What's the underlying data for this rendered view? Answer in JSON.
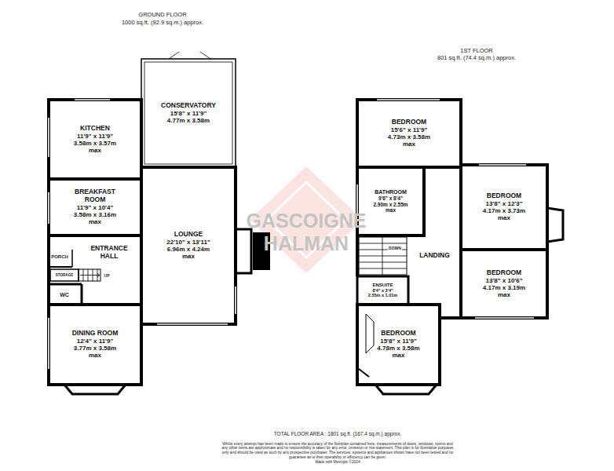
{
  "diagram": {
    "nodes": [
      {
        "text": [
          "CONSERVATORY",
          "15'8\" x 11'9\"",
          "4.77m x 3.58m"
        ]
      },
      {
        "text": [
          "KITCHEN",
          "11'9\" x 11'9\"",
          "3.58m x 3.57m",
          "max"
        ]
      },
      {
        "text": [
          "BREAKFAST ROOM",
          "11'9\" x 10'4\"",
          "3.58m x 3.16m",
          "max"
        ]
      },
      {
        "text": [
          "LOUNGE",
          "22'10\" x 13'11\"",
          "6.96m x 4.24m",
          "max"
        ]
      },
      {
        "text": [
          "ENTRANCE HALL"
        ]
      },
      {
        "text": [
          "DINING ROOM",
          "12'4\" x 11'9\"",
          "3.77m x 3.58m",
          "max"
        ]
      },
      {
        "text": [
          "BEDROOM",
          "15'6\" x 11'9\"",
          "4.73m x 3.58m",
          "max"
        ]
      },
      {
        "text": [
          "BATHROOM",
          "9'6\" x 8'4\"",
          "2.90m x 2.55m",
          "max"
        ]
      },
      {
        "text": [
          "BEDROOM",
          "13'8\" x 12'3\"",
          "4.17m x 3.73m",
          "max"
        ]
      },
      {
        "text": [
          "LANDING"
        ]
      },
      {
        "text": [
          "BEDROOM",
          "13'8\" x 10'6\"",
          "4.17m x 3.19m",
          "max"
        ]
      },
      {
        "text": [
          "ENSUITE",
          "8'4\" x 3'4\"",
          "2.55m x 1.01m"
        ]
      },
      {
        "text": [
          "BEDROOM",
          "15'8\" x 11'9\"",
          "4.78m x 3.58m",
          "max"
        ]
      }
    ],
    "labels": [
      "GROUND FLOOR",
      "1000 sq.ft. (92.9 sq.m.) approx.",
      "1ST FLOOR",
      "801 sq.ft. (74.4 sq.m.) approx.",
      "PORCH",
      "STORAGE",
      "UP",
      "WC",
      "DOWN",
      "GASCOIGNE",
      "HALMAN",
      "TOTAL FLOOR AREA : 1801 sq.ft. (167.4 sq.m.) approx.",
      "Whilst every attempt has been made to ensure the accuracy of the floorplan contained here, measurements of doors, windows, rooms and any other items are approximate and no responsibility is taken for any error, omission or mis-statement. This plan is for illustrative purposes only and should be used as such by any prospective purchaser. The services, systems and appliances shown have not been tested and no guarantee as to their operability or efficiency can be given.",
      "Made with Metropix ©2024"
    ]
  }
}
